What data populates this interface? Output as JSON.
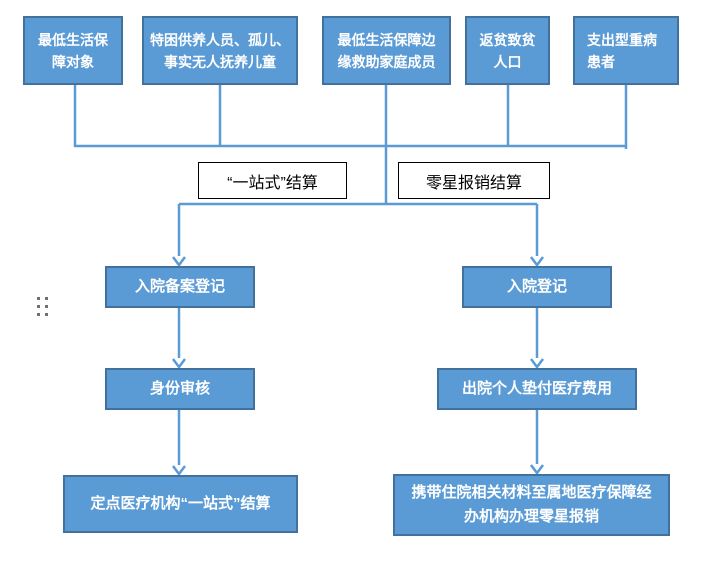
{
  "flowchart": {
    "top_boxes": [
      {
        "label": "最低生活保\n障对象"
      },
      {
        "label": "特困供养人员、孤儿、\n事实无人抚养儿童"
      },
      {
        "label": "最低生活保障边\n缘救助家庭成员"
      },
      {
        "label": "返贫致贫\n人口"
      },
      {
        "label": "支出型重病\n患者"
      }
    ],
    "settlement_labels": [
      {
        "label": "“一站式”结算"
      },
      {
        "label": "零星报销结算"
      }
    ],
    "left_branch": [
      {
        "label": "入院备案登记"
      },
      {
        "label": "身份审核"
      },
      {
        "label": "定点医疗机构“一站式”结算"
      }
    ],
    "right_branch": [
      {
        "label": "入院登记"
      },
      {
        "label": "出院个人垫付医疗费用"
      },
      {
        "label": "携带住院相关材料至属地医疗保障经\n办机构办理零星报销"
      }
    ]
  },
  "icons": {
    "drag_handle": "dots-grid-icon"
  },
  "colors": {
    "process_box_fill": "#5B9BD5",
    "process_box_border": "#41719C",
    "connector_line": "#5B9BD5",
    "label_box_fill": "#FFFFFF",
    "label_box_border": "#000000",
    "process_text": "#FFFFFF",
    "label_text": "#000000",
    "drag_handle_dot": "#6E6E6E",
    "background": "#FFFFFF"
  }
}
